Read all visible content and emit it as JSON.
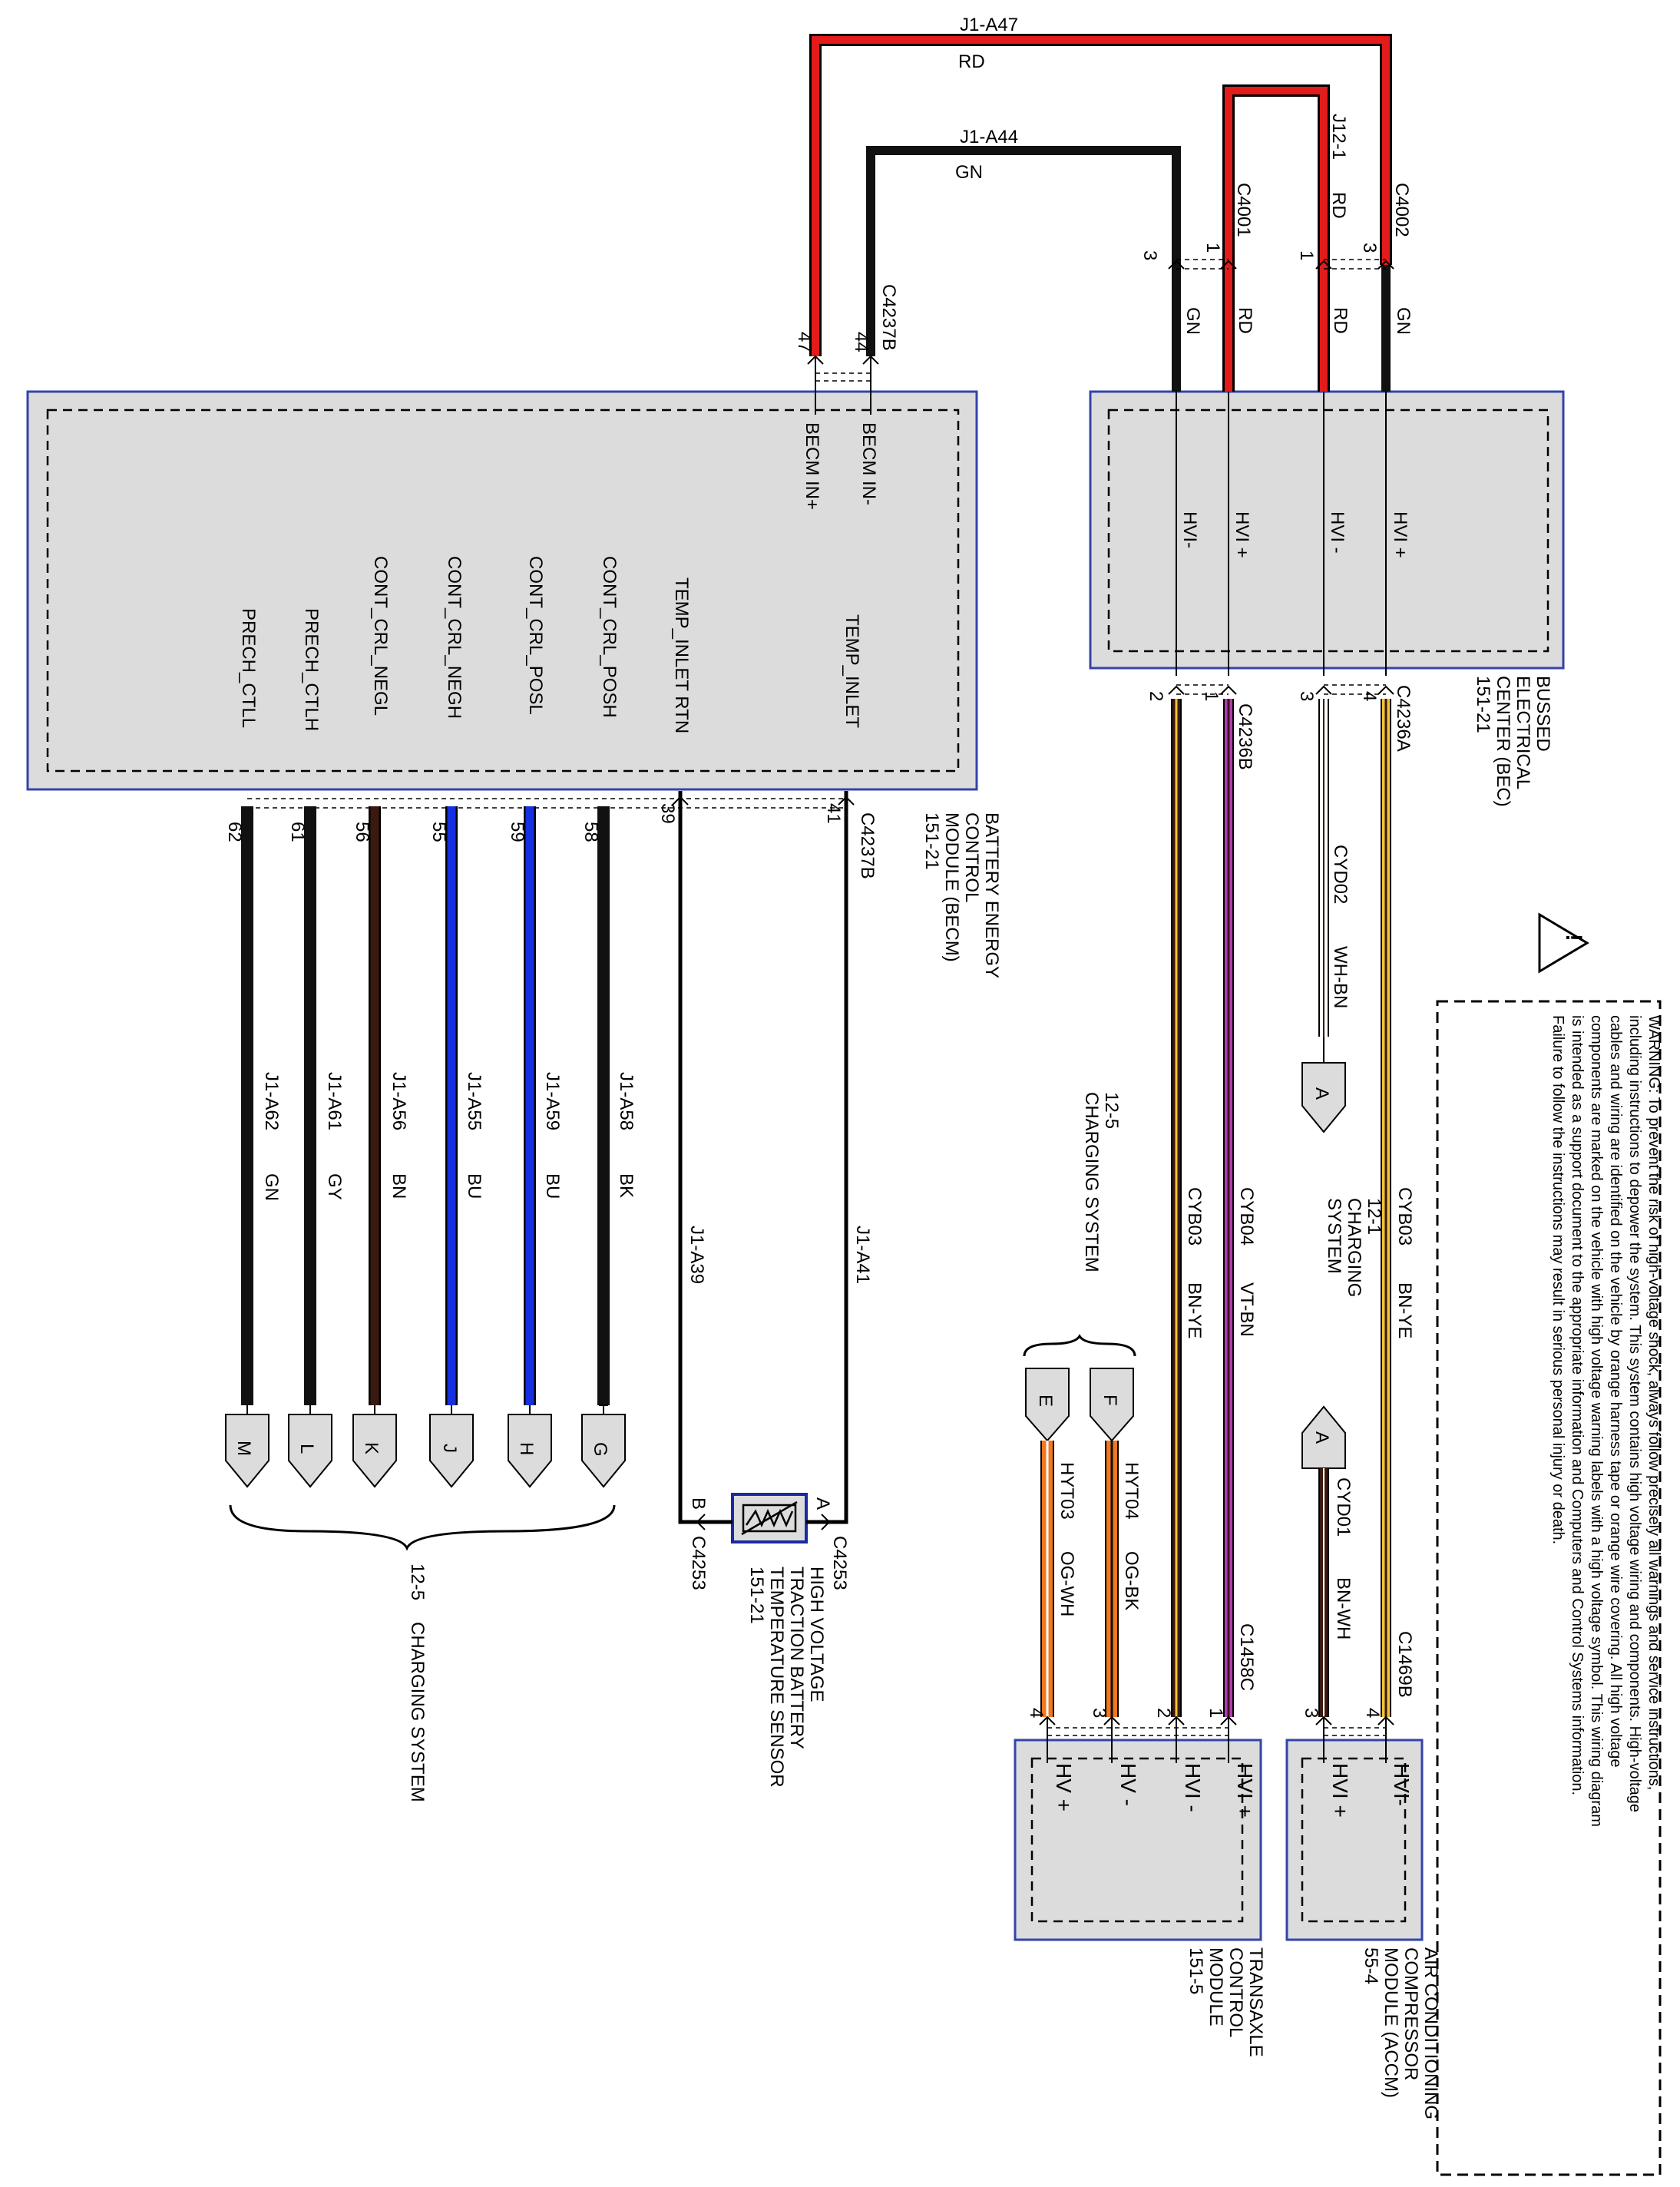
{
  "colors": {
    "RD": "#e21b1b",
    "GN": "#111111",
    "BK": "#111111",
    "BU": "#1530e0",
    "BN": "#3a1a10",
    "GY": "#111111",
    "VT": "#b23ab5",
    "YE": "#f2c23a",
    "OG": "#f07820",
    "module_border": "#3344aa",
    "module_fill": "#dcdcdc"
  },
  "warning": {
    "icon": "warning-triangle-icon",
    "text": "WARNING: To prevent the risk of high-voltage shock, always follow precisely all warnings and service instructions, including instructions to depower the system. This system contains high voltage wiring and components. High-voltage cables and wiring are identified on the vehicle by orange harness tape or orange wire covering. All high voltage components are marked on the vehicle with high voltage warning labels with a high voltage symbol. This wiring diagram is intended as a support document to the appropriate information and Computers and Control Systems information. Failure to follow the instructions may result in serious personal injury or death."
  },
  "becm": {
    "name": [
      "BATTERY ENERGY",
      "CONTROL",
      "MODULE (BECM)",
      "151-21"
    ],
    "connector_top": "C4237B",
    "connector_bottom": "C4237B",
    "top_pins": [
      {
        "label": "BECM IN+",
        "pin": "47",
        "circuit": "J1-A47",
        "color": "RD"
      },
      {
        "label": "BECM IN-",
        "pin": "44",
        "circuit": "J1-A44",
        "color": "GN"
      }
    ],
    "bottom_pins": [
      {
        "label": "TEMP_INLET",
        "pin": "41",
        "circuit": "J1-A41",
        "color": ""
      },
      {
        "label": "TEMP_INLET RTN",
        "pin": "39",
        "circuit": "J1-A39",
        "color": ""
      },
      {
        "label": "CONT_CRL_POSH",
        "pin": "58",
        "circuit": "J1-A58",
        "color": "BK",
        "dest": "G"
      },
      {
        "label": "CONT_CRL_POSL",
        "pin": "59",
        "circuit": "J1-A59",
        "color": "BU",
        "dest": "H"
      },
      {
        "label": "CONT_CRL_NEGH",
        "pin": "55",
        "circuit": "J1-A55",
        "color": "BU",
        "dest": "J"
      },
      {
        "label": "CONT_CRL_NEGL",
        "pin": "56",
        "circuit": "J1-A56",
        "color": "BN",
        "dest": "K"
      },
      {
        "label": "PRECH_CTLH",
        "pin": "61",
        "circuit": "J1-A61",
        "color": "GY",
        "dest": "L"
      },
      {
        "label": "PRECH_CTLL",
        "pin": "62",
        "circuit": "J1-A62",
        "color": "GN",
        "dest": "M"
      }
    ],
    "charging_ref": "12-5 CHARGING SYSTEM"
  },
  "sensor": {
    "name": [
      "HIGH VOLTAGE",
      "TRACTION BATTERY",
      "TEMPERATURE SENSOR",
      "151-21"
    ],
    "connector": "C4253",
    "pin_a": "A",
    "pin_b": "B",
    "icon": "thermistor-icon"
  },
  "bec": {
    "name": [
      "BUSSED",
      "ELECTRICAL",
      "CENTER (BEC)",
      "151-21"
    ],
    "top": [
      {
        "label": "HVI-",
        "pin": "3",
        "conn": "",
        "color": "GN"
      },
      {
        "label": "HVI +",
        "pin": "1",
        "conn": "C4001",
        "color": "RD"
      },
      {
        "label": "HVI -",
        "pin": "1",
        "conn": "",
        "color": "RD"
      },
      {
        "label": "HVI +",
        "pin": "3",
        "conn": "C4002",
        "color": "GN"
      }
    ],
    "top_circuit": "J12-1",
    "top_circuit_color": "RD",
    "bottom_connector_a": "C4236A",
    "bottom_connector_b": "C4236B",
    "bottom": [
      {
        "pin": "2",
        "circuit": "CYB03",
        "color": "BN-YE"
      },
      {
        "pin": "1",
        "circuit": "CYB04",
        "color": "VT-BN"
      },
      {
        "pin": "3",
        "circuit": "CYD02",
        "color": "WH-BN"
      },
      {
        "pin": "4",
        "circuit": "CYB03",
        "color": "BN-YE"
      }
    ]
  },
  "refs": {
    "charging_12_5": [
      "12-5",
      "CHARGING SYSTEM"
    ],
    "charging_12_1": [
      "12-1",
      "CHARGING",
      "SYSTEM"
    ]
  },
  "tcm": {
    "name": [
      "TRANSAXLE",
      "CONTROL",
      "MODULE",
      "151-5"
    ],
    "connector": "C1458C",
    "pins": [
      {
        "label": "HV +",
        "pin": "4",
        "circuit": "HYT03",
        "color": "OG-WH",
        "from": "E"
      },
      {
        "label": "HV -",
        "pin": "3",
        "circuit": "HYT04",
        "color": "OG-BK",
        "from": "F"
      },
      {
        "label": "HVI -",
        "pin": "2"
      },
      {
        "label": "HVI +",
        "pin": "1"
      }
    ]
  },
  "accm": {
    "name": [
      "AIR CONDITIONING",
      "COMPRESSOR",
      "MODULE (ACCM)",
      "55-4"
    ],
    "connector": "C1469B",
    "pins": [
      {
        "label": "HVI +",
        "pin": "3",
        "circuit": "CYD01",
        "color": "BN-WH",
        "from": "A"
      },
      {
        "label": "HVI-",
        "pin": "4"
      }
    ]
  },
  "top_wires": {
    "a47": {
      "circuit": "J1-A47",
      "color": "RD"
    },
    "a44": {
      "circuit": "J1-A44",
      "color": "GN"
    }
  }
}
